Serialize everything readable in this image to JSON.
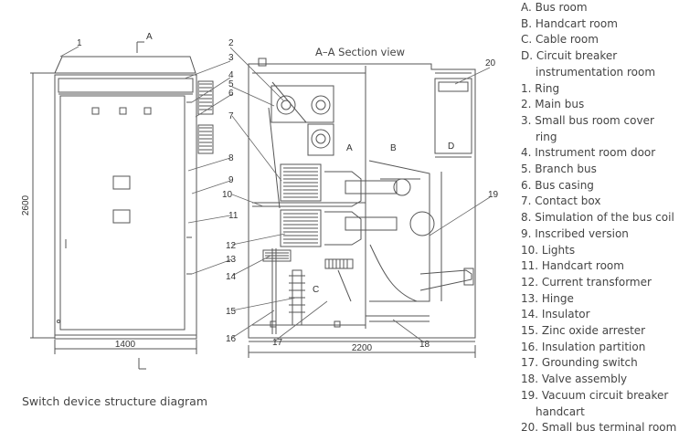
{
  "caption": "Switch device structure diagram",
  "section_title": "A–A Section view",
  "section_marker": "A",
  "room_letters": {
    "a": "A",
    "b": "B",
    "c": "C",
    "d": "D"
  },
  "dimensions": {
    "height": "2600",
    "front_width": "1400",
    "side_width": "2200"
  },
  "callouts": [
    "1",
    "2",
    "3",
    "4",
    "5",
    "6",
    "7",
    "8",
    "9",
    "10",
    "11",
    "12",
    "13",
    "14",
    "15",
    "16",
    "17",
    "18",
    "19",
    "20"
  ],
  "legend": [
    {
      "text": "A. Bus room"
    },
    {
      "text": "B. Handcart room"
    },
    {
      "text": "C. Cable room"
    },
    {
      "text": "D. Circuit breaker"
    },
    {
      "text": "instrumentation room",
      "cont": true
    },
    {
      "text": "1. Ring"
    },
    {
      "text": "2. Main bus"
    },
    {
      "text": "3. Small bus room cover"
    },
    {
      "text": "ring",
      "cont": true
    },
    {
      "text": "4. Instrument room door"
    },
    {
      "text": "5. Branch bus"
    },
    {
      "text": "6. Bus casing"
    },
    {
      "text": "7. Contact box"
    },
    {
      "text": "8. Simulation of the bus coil"
    },
    {
      "text": "9. Inscribed version"
    },
    {
      "text": "10. Lights"
    },
    {
      "text": "11. Handcart room"
    },
    {
      "text": "12. Current transformer"
    },
    {
      "text": "13. Hinge"
    },
    {
      "text": "14. Insulator"
    },
    {
      "text": "15. Zinc oxide arrester"
    },
    {
      "text": "16. Insulation partition"
    },
    {
      "text": "17. Grounding switch"
    },
    {
      "text": "18. Valve assembly"
    },
    {
      "text": "19. Vacuum circuit breaker"
    },
    {
      "text": "handcart",
      "cont": true
    },
    {
      "text": "20. Small bus terminal room"
    }
  ]
}
